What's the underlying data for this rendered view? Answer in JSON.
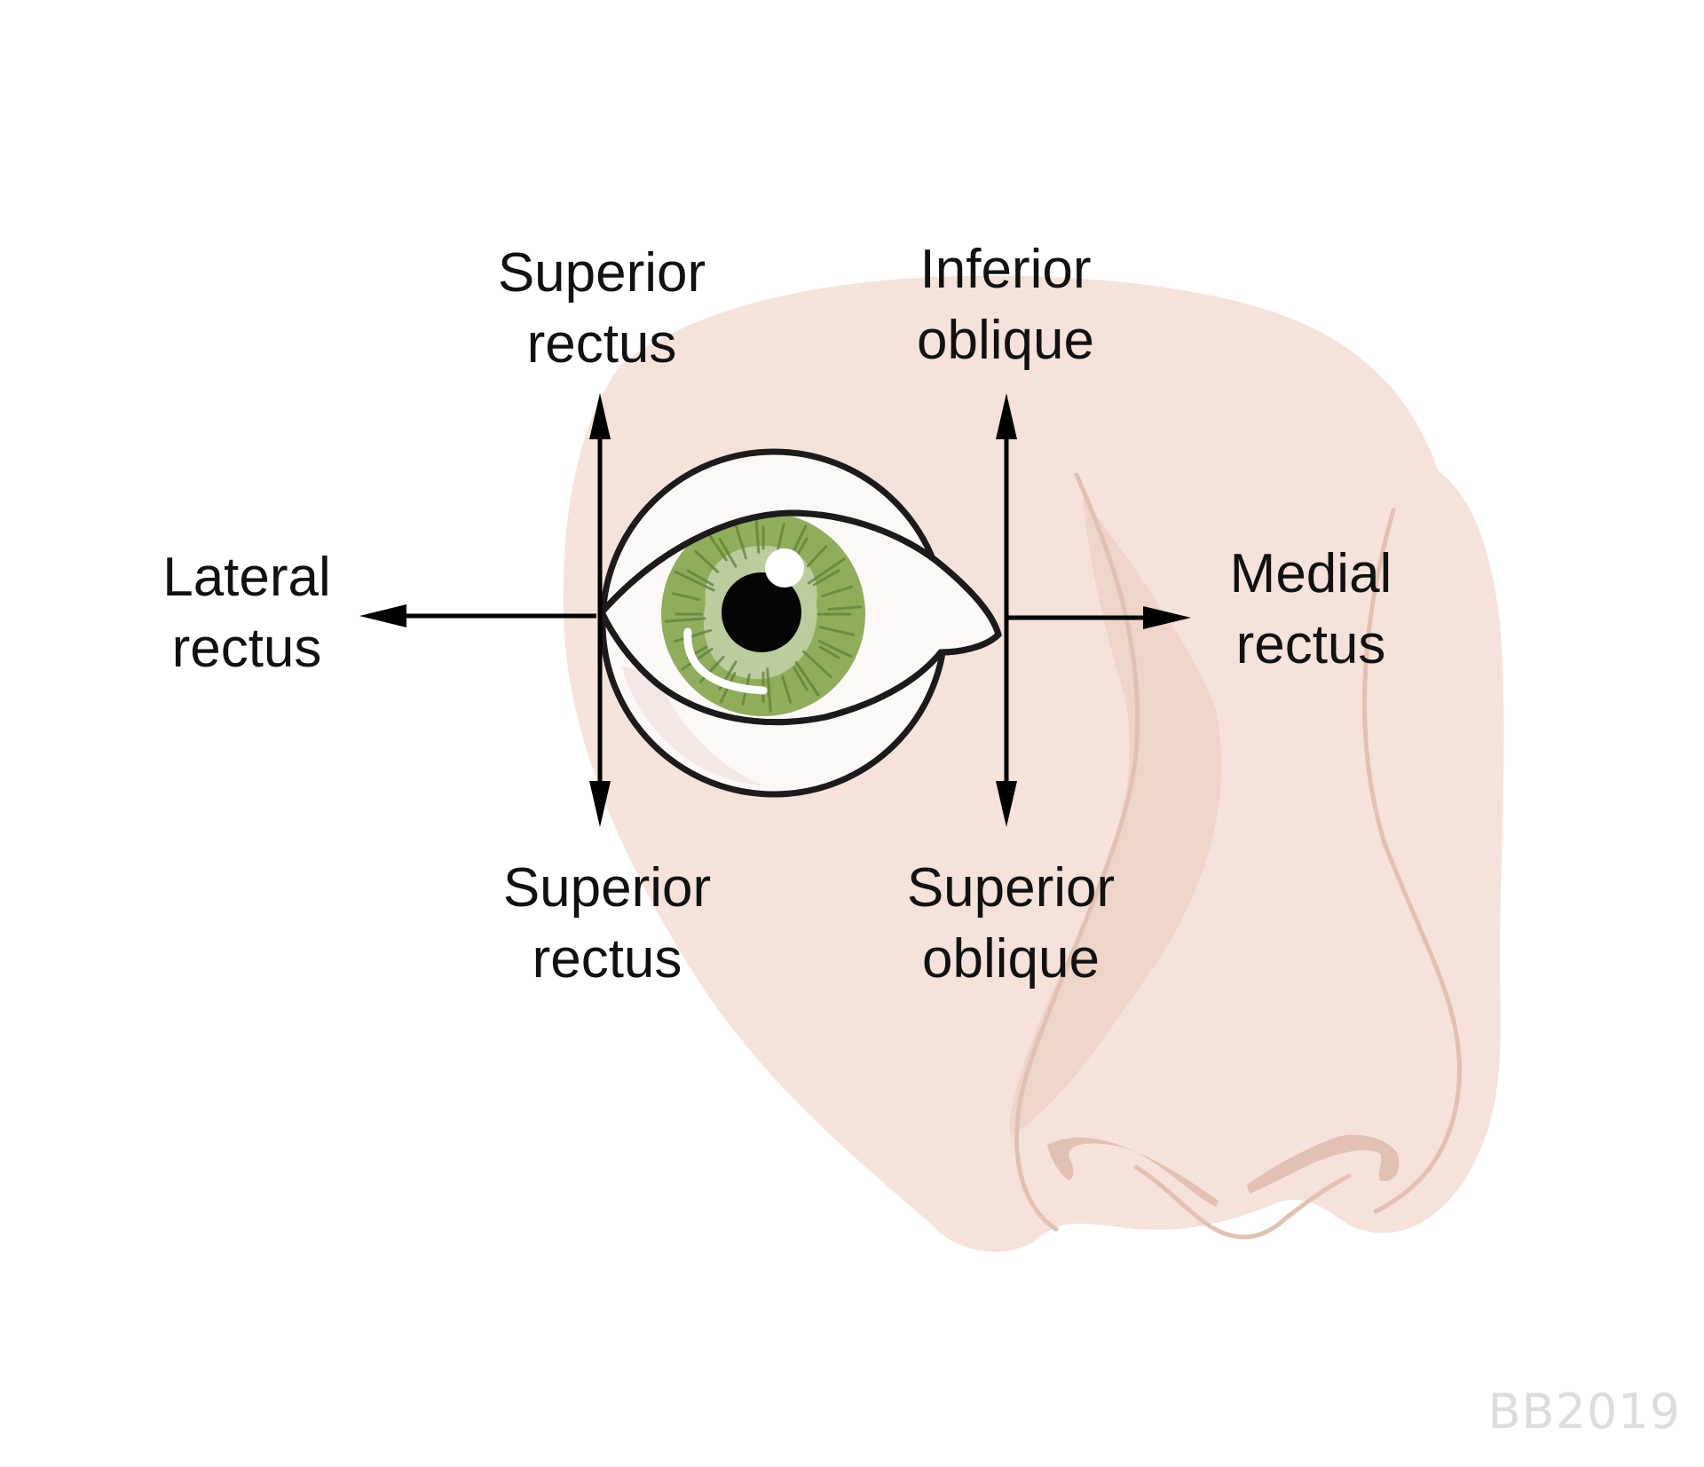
{
  "title": "Extraocular muscle actions (right eye)",
  "colors": {
    "skin": "#f5e2da",
    "skin_shadow": "#efd4ca",
    "skin_line": "#e2c1b2",
    "outline": "#1c1a1a",
    "sclera": "#fcf8f6",
    "iris": "#8fad5a",
    "iris_inner": "#c9d8b3",
    "iris_streak": "#5f7f3a",
    "pupil": "#050505",
    "arrow": "#000000",
    "watermark": "#dcdcdc"
  },
  "labels": {
    "superior_rectus_top": [
      "Superior",
      "rectus"
    ],
    "inferior_oblique_top": [
      "Inferior",
      "oblique"
    ],
    "lateral_rectus": [
      "Lateral",
      "rectus"
    ],
    "medial_rectus": [
      "Medial",
      "rectus"
    ],
    "superior_rectus_bottom": [
      "Superior",
      "rectus"
    ],
    "superior_oblique_bottom": [
      "Superior",
      "oblique"
    ]
  },
  "arrows": [
    {
      "id": "lateral",
      "direction": "left",
      "muscle": "Lateral rectus"
    },
    {
      "id": "medial",
      "direction": "right",
      "muscle": "Medial rectus"
    },
    {
      "id": "left-vertical-up",
      "direction": "up",
      "muscle": "Superior rectus"
    },
    {
      "id": "left-vertical-down",
      "direction": "down",
      "muscle": "Superior rectus"
    },
    {
      "id": "right-vertical-up",
      "direction": "up",
      "muscle": "Inferior oblique"
    },
    {
      "id": "right-vertical-down",
      "direction": "down",
      "muscle": "Superior oblique"
    }
  ],
  "watermark": "BB2019"
}
